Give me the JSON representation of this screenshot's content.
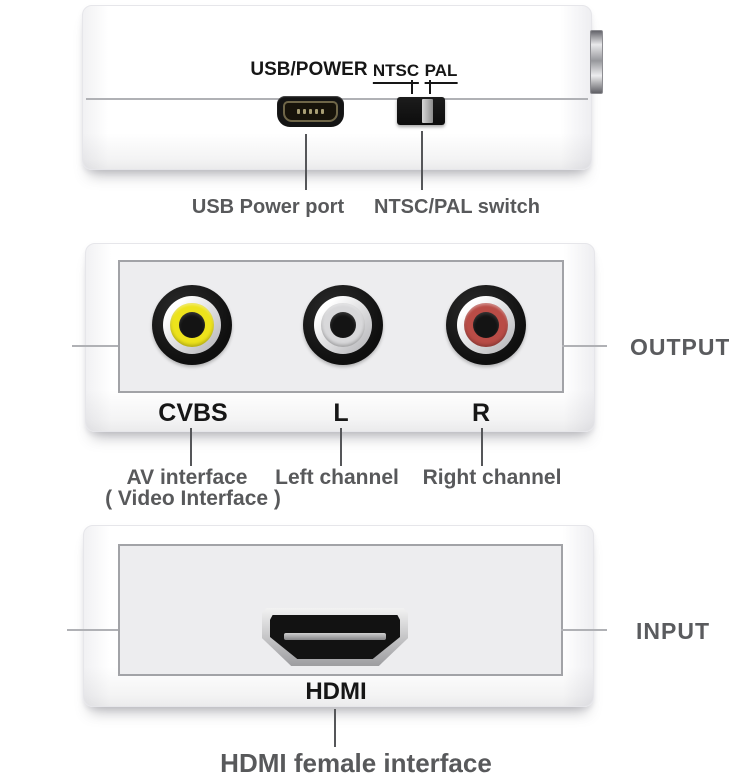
{
  "colors": {
    "jack_yellow": "#ede31c",
    "jack_white": "#d8d8da",
    "jack_red": "#b94c46",
    "label_black": "#161616",
    "label_gray": "#58595b"
  },
  "top_view": {
    "port_label": "USB/POWER",
    "switch": {
      "left_label": "NTSC",
      "right_label": "PAL"
    },
    "callouts": {
      "usb": "USB Power port",
      "switch": "NTSC/PAL switch"
    }
  },
  "output_view": {
    "side_label": "OUTPUT",
    "jacks": [
      {
        "label": "CVBS",
        "color": "#ede31c",
        "callout_line1": "AV interface",
        "callout_line2": "( Video Interface )"
      },
      {
        "label": "L",
        "color": "#d8d8da",
        "callout_line1": "Left channel"
      },
      {
        "label": "R",
        "color": "#b94c46",
        "callout_line1": "Right channel"
      }
    ]
  },
  "input_view": {
    "side_label": "INPUT",
    "port_label": "HDMI",
    "callout": "HDMI female interface"
  }
}
